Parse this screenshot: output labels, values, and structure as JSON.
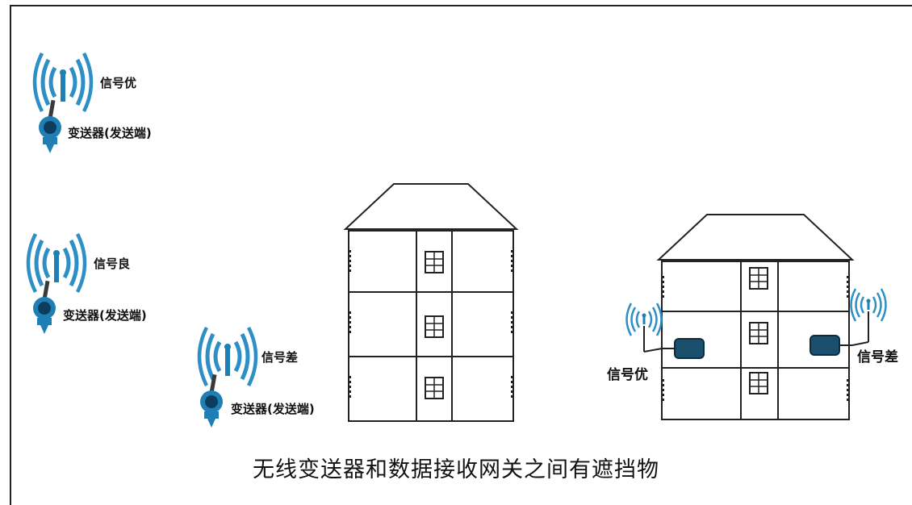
{
  "transmitters": [
    {
      "signal_label": "信号优",
      "device_label": "变送器(发送端)"
    },
    {
      "signal_label": "信号良",
      "device_label": "变送器(发送端)"
    },
    {
      "signal_label": "信号差",
      "device_label": "变送器(发送端)"
    }
  ],
  "gateway_building": {
    "left_signal_label": "信号优",
    "right_signal_label": "信号差"
  },
  "caption": "无线变送器和数据接收网关之间有遮挡物",
  "colors": {
    "transmitter": "#1f7fb5",
    "signal_waves": "#2e8fc7",
    "line": "#222222"
  }
}
